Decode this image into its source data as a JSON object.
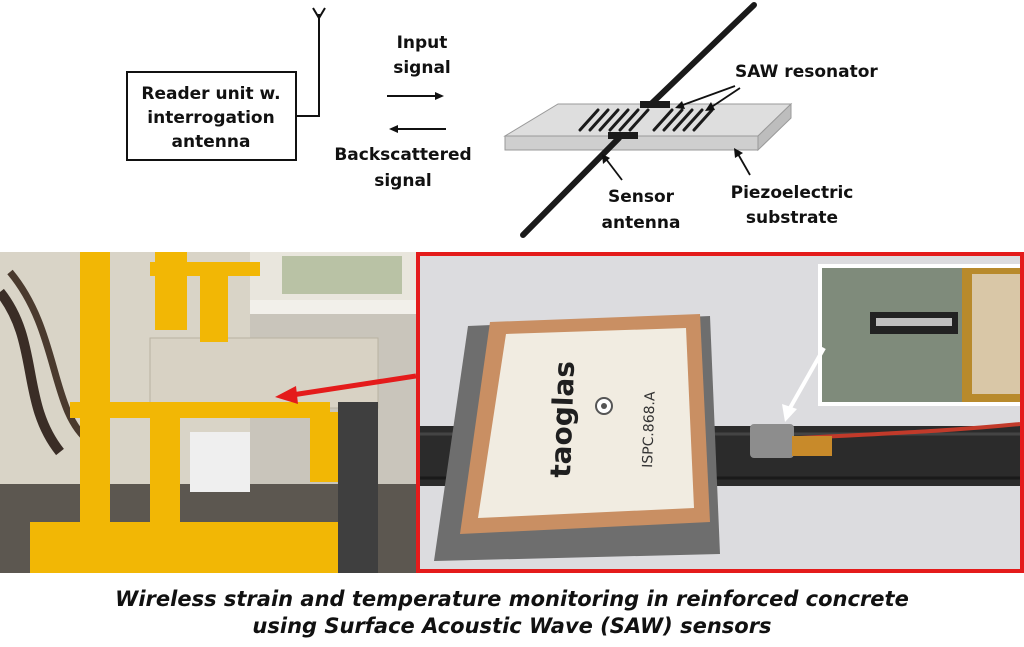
{
  "diagram": {
    "reader_label": [
      "Reader unit w.",
      "interrogation",
      "antenna"
    ],
    "input_label": [
      "Input",
      "signal"
    ],
    "backscatter_label": [
      "Backscattered",
      "signal"
    ],
    "saw_label": "SAW resonator",
    "sensor_antenna_label": [
      "Sensor",
      "antenna"
    ],
    "substrate_label": [
      "Piezoelectric",
      "substrate"
    ]
  },
  "photo": {
    "patch_brand": "taoglas",
    "patch_model": "ISPC.868.A"
  },
  "caption": {
    "line1": "Wireless strain and temperature monitoring in reinforced concrete",
    "line2": "using Surface Acoustic Wave (SAW) sensors"
  },
  "colors": {
    "highlight_red": "#e41b1b",
    "rig_yellow": "#f2b705",
    "substrate_gray": "#d9d9d9",
    "patch_cream": "#f1ece1",
    "patch_rim": "#c98f63"
  }
}
